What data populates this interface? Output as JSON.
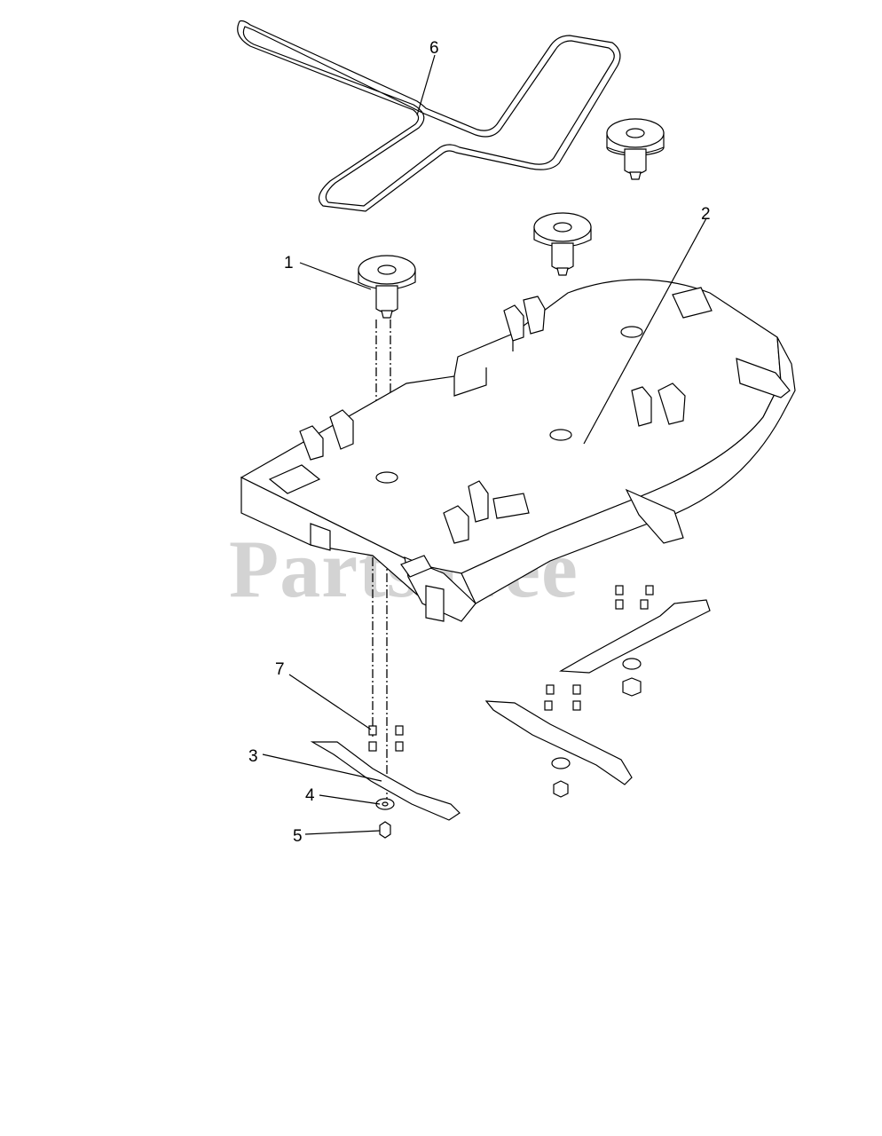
{
  "watermark": "PartsTree",
  "callouts": {
    "c1": "1",
    "c2": "2",
    "c3": "3",
    "c4": "4",
    "c5": "5",
    "c6": "6",
    "c7": "7"
  }
}
